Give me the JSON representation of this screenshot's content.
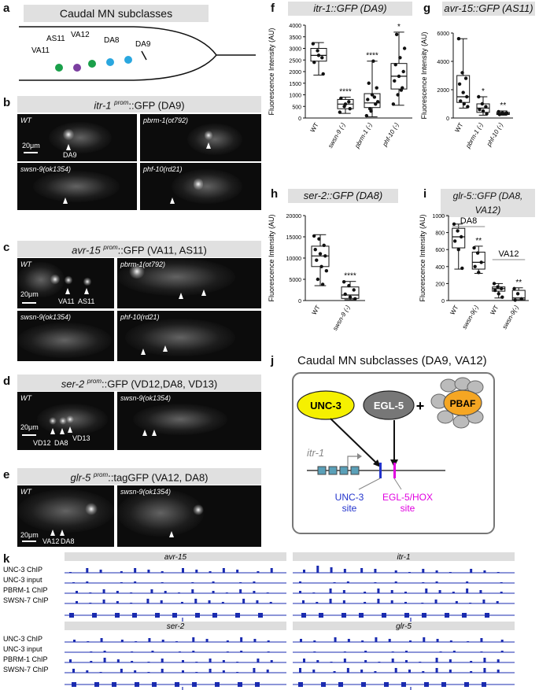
{
  "panels": {
    "a": "a",
    "b": "b",
    "c": "c",
    "d": "d",
    "e": "e",
    "f": "f",
    "g": "g",
    "h": "h",
    "i": "i",
    "j": "j",
    "k": "k"
  },
  "a": {
    "title": "Caudal MN subclasses",
    "neurons": [
      "VA11",
      "AS11",
      "VA12",
      "DA8",
      "DA9"
    ],
    "colors": {
      "VA11": "#1aa04a",
      "AS11": "#7b3fa0",
      "VA12": "#1aa04a",
      "DA8": "#2aa7df",
      "DA9": "#2aa7df"
    }
  },
  "b": {
    "title_italic": "itr-1 ",
    "title_sup": "prom",
    "title_rest": "::GFP (DA9)",
    "images": [
      {
        "label": "WT",
        "marks": [
          "DA9"
        ]
      },
      {
        "label": "pbrm-1(ot792)",
        "marks": []
      },
      {
        "label": "swsn-9(ok1354)",
        "marks": []
      },
      {
        "label": "phf-10(rd21)",
        "marks": []
      }
    ],
    "scale": "20μm"
  },
  "c": {
    "title_italic": "avr-15 ",
    "title_sup": "prom",
    "title_rest": "::GFP (VA11, AS11)",
    "images": [
      {
        "label": "WT",
        "marks": [
          "VA11",
          "AS11"
        ]
      },
      {
        "label": "pbrm-1(ot792)",
        "marks": []
      },
      {
        "label": "swsn-9(ok1354)",
        "marks": []
      },
      {
        "label": "phf-10(rd21)",
        "marks": []
      }
    ],
    "scale": "20μm"
  },
  "d": {
    "title_italic": "ser-2 ",
    "title_sup": "prom",
    "title_rest": "::GFP (VD12,DA8, VD13)",
    "images": [
      {
        "label": "WT",
        "marks": [
          "VD12",
          "DA8",
          "VD13"
        ]
      },
      {
        "label": "swsn-9(ok1354)",
        "marks": []
      }
    ],
    "scale": "20μm"
  },
  "e": {
    "title_italic": "glr-5 ",
    "title_sup": "prom",
    "title_rest": "::tagGFP (VA12, DA8)",
    "images": [
      {
        "label": "WT",
        "marks": [
          "VA12",
          "DA8"
        ]
      },
      {
        "label": "swsn-9(ok1354)",
        "marks": []
      }
    ],
    "scale": "20μm"
  },
  "j": {
    "title": "Caudal MN subclasses (DA9, VA12)",
    "unc3": "UNC-3",
    "egl5": "EGL-5",
    "plus": "+",
    "pbaf": "PBAF",
    "gene": "itr-1",
    "unc3_site": "UNC-3\nsite",
    "hox_site": "EGL-5/HOX\nsite",
    "colors": {
      "unc3": "#f5f000",
      "egl5": "#777777",
      "pbaf": "#f5a623",
      "unc3_site": "#2233cc",
      "hox_site": "#e000e0",
      "exon": "#5aa0b8"
    }
  },
  "k": {
    "tracks": [
      "UNC-3 ChIP",
      "UNC-3 input",
      "PBRM-1 ChIP",
      "SWSN-7 ChIP"
    ],
    "genes": [
      "avr-15",
      "itr-1",
      "ser-2",
      "glr-5"
    ],
    "track_color": "#1a2bb0"
  },
  "chart_data": [
    {
      "panel": "f",
      "type": "box",
      "title": "itr-1::GFP (DA9)",
      "ylabel": "Fluorescence Intensity (AU)",
      "ylim": [
        0,
        4000
      ],
      "yticks": [
        0,
        500,
        1000,
        1500,
        2000,
        2500,
        3000,
        3500,
        4000
      ],
      "categories": [
        "WT",
        "swsn-9 (-)",
        "pbrm-1 (-)",
        "phf-10 (-)"
      ],
      "boxes": [
        {
          "min": 1850,
          "q1": 2450,
          "median": 2700,
          "q3": 3000,
          "max": 3250
        },
        {
          "min": 200,
          "q1": 400,
          "median": 600,
          "q3": 800,
          "max": 900
        },
        {
          "min": 50,
          "q1": 450,
          "median": 650,
          "q3": 1050,
          "max": 2450
        },
        {
          "min": 550,
          "q1": 1250,
          "median": 1800,
          "q3": 2350,
          "max": 3700
        }
      ],
      "points": [
        [
          3200,
          2900,
          2600,
          2400,
          2700,
          1900
        ],
        [
          250,
          500,
          700,
          850,
          600,
          400
        ],
        [
          100,
          300,
          600,
          800,
          1000,
          1300,
          1500,
          2450,
          700,
          400,
          900
        ],
        [
          600,
          1000,
          1300,
          1600,
          1800,
          2000,
          2300,
          2600,
          3000,
          3600,
          1200
        ]
      ],
      "significance": [
        "",
        "****",
        "****",
        "*"
      ]
    },
    {
      "panel": "g",
      "type": "box",
      "title": "avr-15::GFP (AS11)",
      "ylabel": "Fluorescence Intensity (AU)",
      "ylim": [
        0,
        6000
      ],
      "yticks": [
        0,
        2000,
        4000,
        6000
      ],
      "categories": [
        "WT",
        "pbrm-1 (-)",
        "phf-10 (-)"
      ],
      "boxes": [
        {
          "min": 700,
          "q1": 1100,
          "median": 1500,
          "q3": 3000,
          "max": 5600
        },
        {
          "min": 200,
          "q1": 400,
          "median": 700,
          "q3": 1000,
          "max": 1500
        },
        {
          "min": 200,
          "q1": 250,
          "median": 300,
          "q3": 400,
          "max": 500
        }
      ],
      "points": [
        [
          5600,
          3200,
          2800,
          2400,
          1800,
          1500,
          1200,
          1000,
          800
        ],
        [
          1500,
          1000,
          800,
          600,
          500,
          300
        ],
        [
          450,
          350,
          300,
          250,
          300,
          350
        ]
      ],
      "significance": [
        "",
        "*",
        "**"
      ]
    },
    {
      "panel": "h",
      "type": "box",
      "title": "ser-2::GFP (DA8)",
      "ylabel": "Fluorescence Intensity (AU)",
      "ylim": [
        0,
        20000
      ],
      "yticks": [
        0,
        5000,
        10000,
        15000,
        20000
      ],
      "categories": [
        "WT",
        "swsn-9 (-)"
      ],
      "boxes": [
        {
          "min": 3500,
          "q1": 8000,
          "median": 10500,
          "q3": 12800,
          "max": 15500
        },
        {
          "min": 200,
          "q1": 500,
          "median": 1300,
          "q3": 3200,
          "max": 4500
        }
      ],
      "points": [
        [
          15200,
          14500,
          13000,
          12000,
          11000,
          10500,
          9500,
          8000,
          7000,
          5000,
          3800
        ],
        [
          4400,
          3500,
          2500,
          1500,
          800,
          400
        ]
      ],
      "significance": [
        "",
        "****"
      ]
    },
    {
      "panel": "i",
      "type": "box",
      "title": "glr-5::GFP (DA8, VA12)",
      "ylabel": "Fluorescence Intensity (AU)",
      "ylim": [
        0,
        1000
      ],
      "yticks": [
        0,
        200,
        400,
        600,
        800,
        1000
      ],
      "categories": [
        "WT",
        "swsn-9(-)",
        "WT",
        "swsn-9(-)"
      ],
      "groups": [
        "DA8",
        "VA12"
      ],
      "boxes": [
        {
          "min": 370,
          "q1": 620,
          "median": 750,
          "q3": 850,
          "max": 900
        },
        {
          "min": 320,
          "q1": 370,
          "median": 450,
          "q3": 570,
          "max": 640
        },
        {
          "min": 30,
          "q1": 110,
          "median": 140,
          "q3": 160,
          "max": 200
        },
        {
          "min": 0,
          "q1": 10,
          "median": 30,
          "q3": 120,
          "max": 150
        }
      ],
      "points": [
        [
          900,
          820,
          750,
          700,
          600,
          380
        ],
        [
          620,
          560,
          450,
          400,
          330
        ],
        [
          200,
          160,
          140,
          120,
          80,
          40
        ],
        [
          140,
          80,
          20,
          5
        ]
      ],
      "significance": [
        "",
        "**",
        "",
        "**"
      ]
    }
  ]
}
